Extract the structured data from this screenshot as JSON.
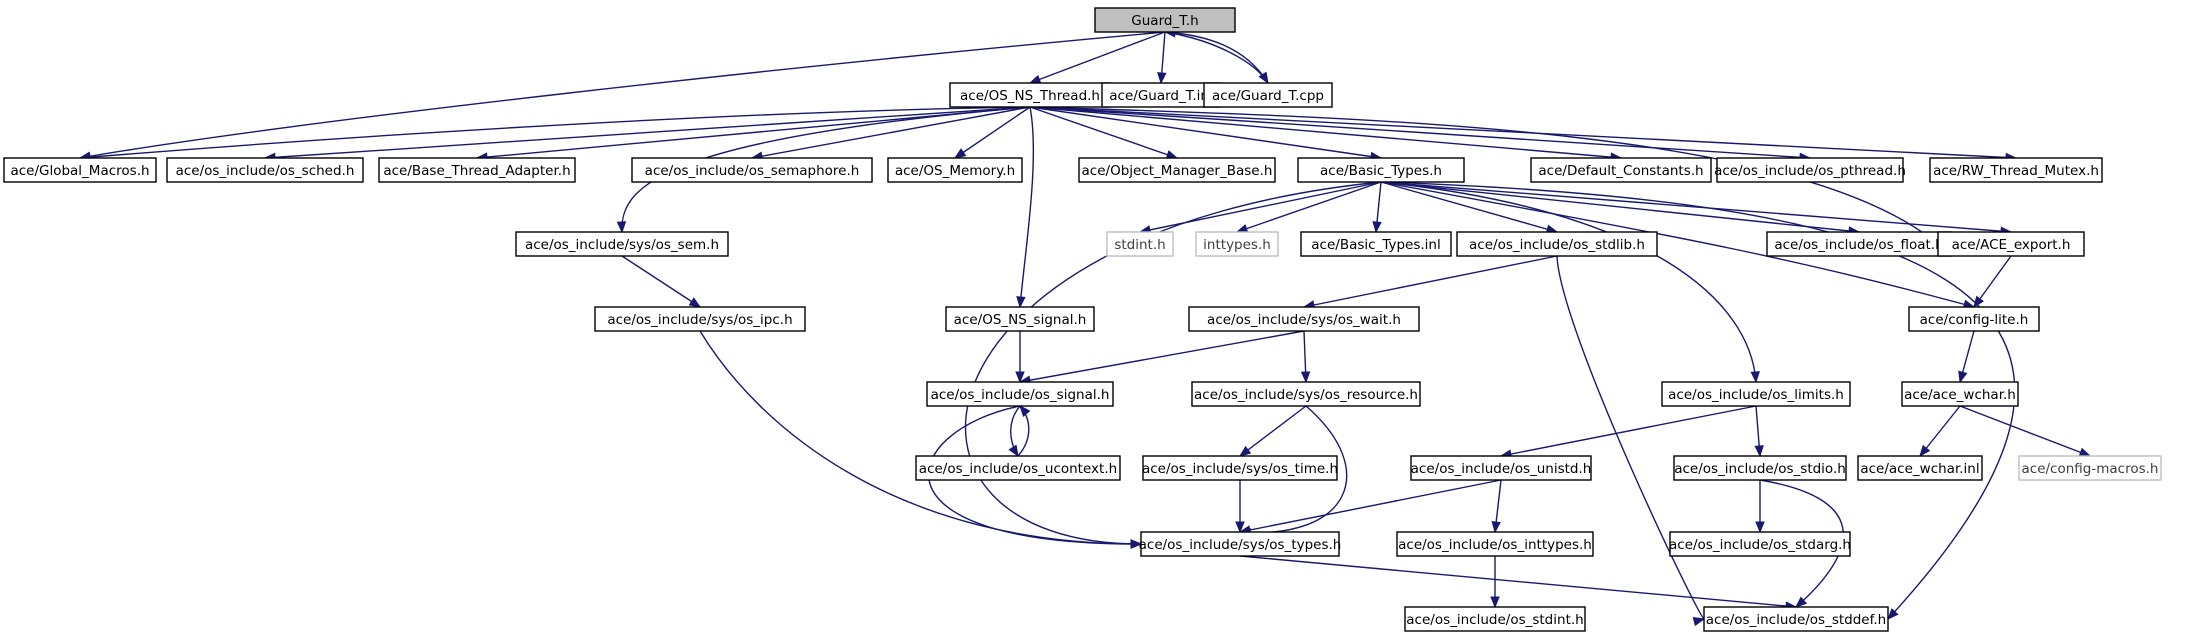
{
  "diagram": {
    "type": "include-dependency-graph",
    "colors": {
      "edge": "#191970",
      "root_fill": "#bfbfbf",
      "node_fill": "#ffffff",
      "missing_border": "#bfbfbf"
    },
    "nodes": [
      {
        "id": "guard_h",
        "label": "Guard_T.h",
        "root": true
      },
      {
        "id": "os_ns_thread",
        "label": "ace/OS_NS_Thread.h"
      },
      {
        "id": "guard_inl",
        "label": "ace/Guard_T.inl"
      },
      {
        "id": "guard_cpp",
        "label": "ace/Guard_T.cpp"
      },
      {
        "id": "global_macros",
        "label": "ace/Global_Macros.h"
      },
      {
        "id": "os_sched",
        "label": "ace/os_include/os_sched.h"
      },
      {
        "id": "base_thread_adapter",
        "label": "ace/Base_Thread_Adapter.h"
      },
      {
        "id": "os_semaphore",
        "label": "ace/os_include/os_semaphore.h"
      },
      {
        "id": "os_memory",
        "label": "ace/OS_Memory.h"
      },
      {
        "id": "object_manager_base",
        "label": "ace/Object_Manager_Base.h"
      },
      {
        "id": "basic_types",
        "label": "ace/Basic_Types.h"
      },
      {
        "id": "default_constants",
        "label": "ace/Default_Constants.h"
      },
      {
        "id": "os_pthread",
        "label": "ace/os_include/os_pthread.h"
      },
      {
        "id": "rw_thread_mutex",
        "label": "ace/RW_Thread_Mutex.h"
      },
      {
        "id": "sys_os_sem",
        "label": "ace/os_include/sys/os_sem.h"
      },
      {
        "id": "stdint",
        "label": "stdint.h",
        "missing": true
      },
      {
        "id": "inttypes",
        "label": "inttypes.h",
        "missing": true
      },
      {
        "id": "basic_types_inl",
        "label": "ace/Basic_Types.inl"
      },
      {
        "id": "os_stdlib",
        "label": "ace/os_include/os_stdlib.h"
      },
      {
        "id": "os_float",
        "label": "ace/os_include/os_float.h"
      },
      {
        "id": "ace_export",
        "label": "ace/ACE_export.h"
      },
      {
        "id": "sys_os_ipc",
        "label": "ace/os_include/sys/os_ipc.h"
      },
      {
        "id": "os_ns_signal",
        "label": "ace/OS_NS_signal.h"
      },
      {
        "id": "sys_os_wait",
        "label": "ace/os_include/sys/os_wait.h"
      },
      {
        "id": "config_lite",
        "label": "ace/config-lite.h"
      },
      {
        "id": "os_signal",
        "label": "ace/os_include/os_signal.h"
      },
      {
        "id": "sys_os_resource",
        "label": "ace/os_include/sys/os_resource.h"
      },
      {
        "id": "os_limits",
        "label": "ace/os_include/os_limits.h"
      },
      {
        "id": "ace_wchar",
        "label": "ace/ace_wchar.h"
      },
      {
        "id": "os_ucontext",
        "label": "ace/os_include/os_ucontext.h"
      },
      {
        "id": "sys_os_time",
        "label": "ace/os_include/sys/os_time.h"
      },
      {
        "id": "os_unistd",
        "label": "ace/os_include/os_unistd.h"
      },
      {
        "id": "os_stdio",
        "label": "ace/os_include/os_stdio.h"
      },
      {
        "id": "ace_wchar_inl",
        "label": "ace/ace_wchar.inl"
      },
      {
        "id": "config_macros",
        "label": "ace/config-macros.h",
        "missing": true
      },
      {
        "id": "sys_os_types",
        "label": "ace/os_include/sys/os_types.h"
      },
      {
        "id": "os_inttypes",
        "label": "ace/os_include/os_inttypes.h"
      },
      {
        "id": "os_stdarg",
        "label": "ace/os_include/os_stdarg.h"
      },
      {
        "id": "os_stdint",
        "label": "ace/os_include/os_stdint.h"
      },
      {
        "id": "os_stddef",
        "label": "ace/os_include/os_stddef.h"
      }
    ],
    "edges": [
      [
        "guard_h",
        "os_ns_thread"
      ],
      [
        "guard_h",
        "guard_inl"
      ],
      [
        "guard_h",
        "guard_cpp"
      ],
      [
        "guard_cpp",
        "guard_h"
      ],
      [
        "guard_h",
        "global_macros"
      ],
      [
        "os_ns_thread",
        "global_macros"
      ],
      [
        "os_ns_thread",
        "os_sched"
      ],
      [
        "os_ns_thread",
        "base_thread_adapter"
      ],
      [
        "os_ns_thread",
        "os_semaphore"
      ],
      [
        "os_ns_thread",
        "os_memory"
      ],
      [
        "os_ns_thread",
        "object_manager_base"
      ],
      [
        "os_ns_thread",
        "basic_types"
      ],
      [
        "os_ns_thread",
        "default_constants"
      ],
      [
        "os_ns_thread",
        "os_pthread"
      ],
      [
        "os_ns_thread",
        "rw_thread_mutex"
      ],
      [
        "os_ns_thread",
        "ace_export"
      ],
      [
        "os_ns_thread",
        "sys_os_sem"
      ],
      [
        "os_ns_thread",
        "os_ns_signal"
      ],
      [
        "sys_os_sem",
        "sys_os_ipc"
      ],
      [
        "sys_os_ipc",
        "sys_os_types"
      ],
      [
        "os_ns_signal",
        "os_signal"
      ],
      [
        "os_signal",
        "os_ucontext"
      ],
      [
        "os_ucontext",
        "os_signal"
      ],
      [
        "os_signal",
        "sys_os_types"
      ],
      [
        "basic_types",
        "stdint"
      ],
      [
        "basic_types",
        "inttypes"
      ],
      [
        "basic_types",
        "basic_types_inl"
      ],
      [
        "basic_types",
        "os_stdlib"
      ],
      [
        "basic_types",
        "os_float"
      ],
      [
        "basic_types",
        "ace_export"
      ],
      [
        "basic_types",
        "config_lite"
      ],
      [
        "basic_types",
        "os_limits"
      ],
      [
        "basic_types",
        "os_stddef"
      ],
      [
        "basic_types",
        "sys_os_types"
      ],
      [
        "os_stdlib",
        "sys_os_wait"
      ],
      [
        "os_stdlib",
        "os_stddef"
      ],
      [
        "sys_os_wait",
        "os_signal"
      ],
      [
        "sys_os_wait",
        "sys_os_resource"
      ],
      [
        "sys_os_resource",
        "sys_os_time"
      ],
      [
        "sys_os_resource",
        "sys_os_types"
      ],
      [
        "sys_os_time",
        "sys_os_types"
      ],
      [
        "os_limits",
        "os_unistd"
      ],
      [
        "os_limits",
        "os_stdio"
      ],
      [
        "os_unistd",
        "sys_os_types"
      ],
      [
        "os_unistd",
        "os_inttypes"
      ],
      [
        "os_inttypes",
        "os_stdint"
      ],
      [
        "os_stdio",
        "os_stdarg"
      ],
      [
        "os_stdio",
        "os_stddef"
      ],
      [
        "sys_os_types",
        "os_stddef"
      ],
      [
        "ace_export",
        "config_lite"
      ],
      [
        "config_lite",
        "ace_wchar"
      ],
      [
        "ace_wchar",
        "ace_wchar_inl"
      ],
      [
        "ace_wchar",
        "config_macros"
      ]
    ]
  }
}
